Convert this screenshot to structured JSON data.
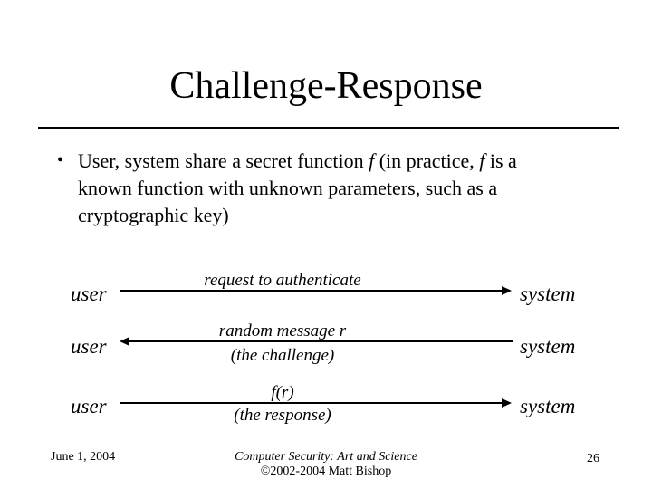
{
  "slide": {
    "title": "Challenge-Response",
    "bullet": {
      "marker": "•",
      "line1_parts": [
        "User, system share a secret function ",
        "f",
        " (in practice, ",
        "f",
        " is a"
      ],
      "line2": "known function with unknown parameters, such as a",
      "line3": "cryptographic key)"
    },
    "diagram": {
      "rows": [
        {
          "from": "user",
          "to": "system",
          "direction": "right",
          "label": "request to authenticate",
          "sublabel": ""
        },
        {
          "from": "user",
          "to": "system",
          "direction": "left",
          "label": "random message r",
          "sublabel": "(the challenge)"
        },
        {
          "from": "user",
          "to": "system",
          "direction": "right",
          "label": "f(r)",
          "sublabel": "(the response)"
        }
      ]
    },
    "footer": {
      "date": "June 1, 2004",
      "credit_line1": "Computer Security: Art and Science",
      "credit_line2": "©2002-2004 Matt Bishop",
      "page_number": "26"
    },
    "colors": {
      "background": "#ffffff",
      "text": "#000000",
      "rule": "#000000"
    }
  }
}
